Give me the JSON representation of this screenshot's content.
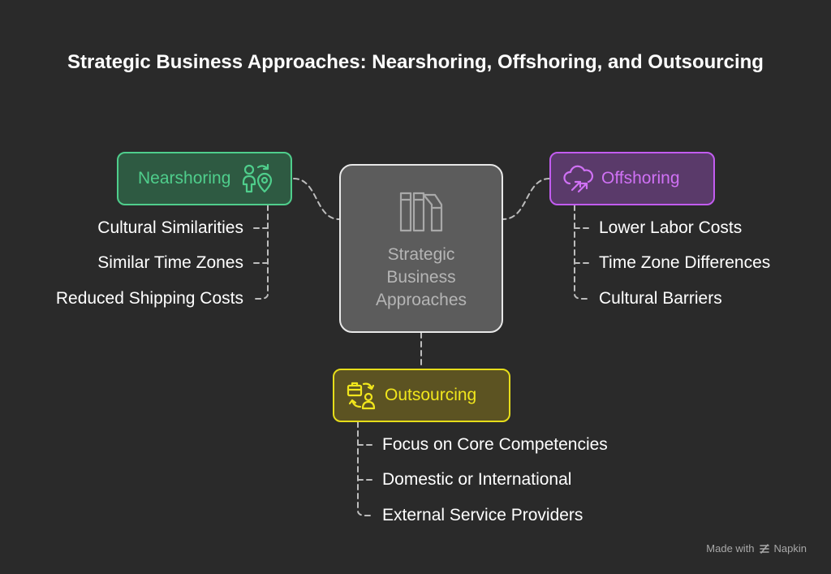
{
  "title": "Strategic Business Approaches: Nearshoring, Offshoring, and Outsourcing",
  "center": {
    "label": "Strategic\nBusiness\nApproaches",
    "icon": "books-icon"
  },
  "nodes": {
    "nearshoring": {
      "label": "Nearshoring",
      "icon": "person-location-icon",
      "color": "#4fce8c",
      "items": [
        "Cultural Similarities",
        "Similar Time Zones",
        "Reduced Shipping Costs"
      ]
    },
    "offshoring": {
      "label": "Offshoring",
      "icon": "cloud-arrows-icon",
      "color": "#c25cf0",
      "items": [
        "Lower Labor Costs",
        "Time Zone Differences",
        "Cultural Barriers"
      ]
    },
    "outsourcing": {
      "label": "Outsourcing",
      "icon": "briefcase-person-icon",
      "color": "#e6dd1a",
      "items": [
        "Focus on Core Competencies",
        "Domestic or International",
        "External Service Providers"
      ]
    }
  },
  "footer": {
    "made_with": "Made with",
    "brand": "Napkin",
    "icon": "napkin-logo-icon"
  }
}
